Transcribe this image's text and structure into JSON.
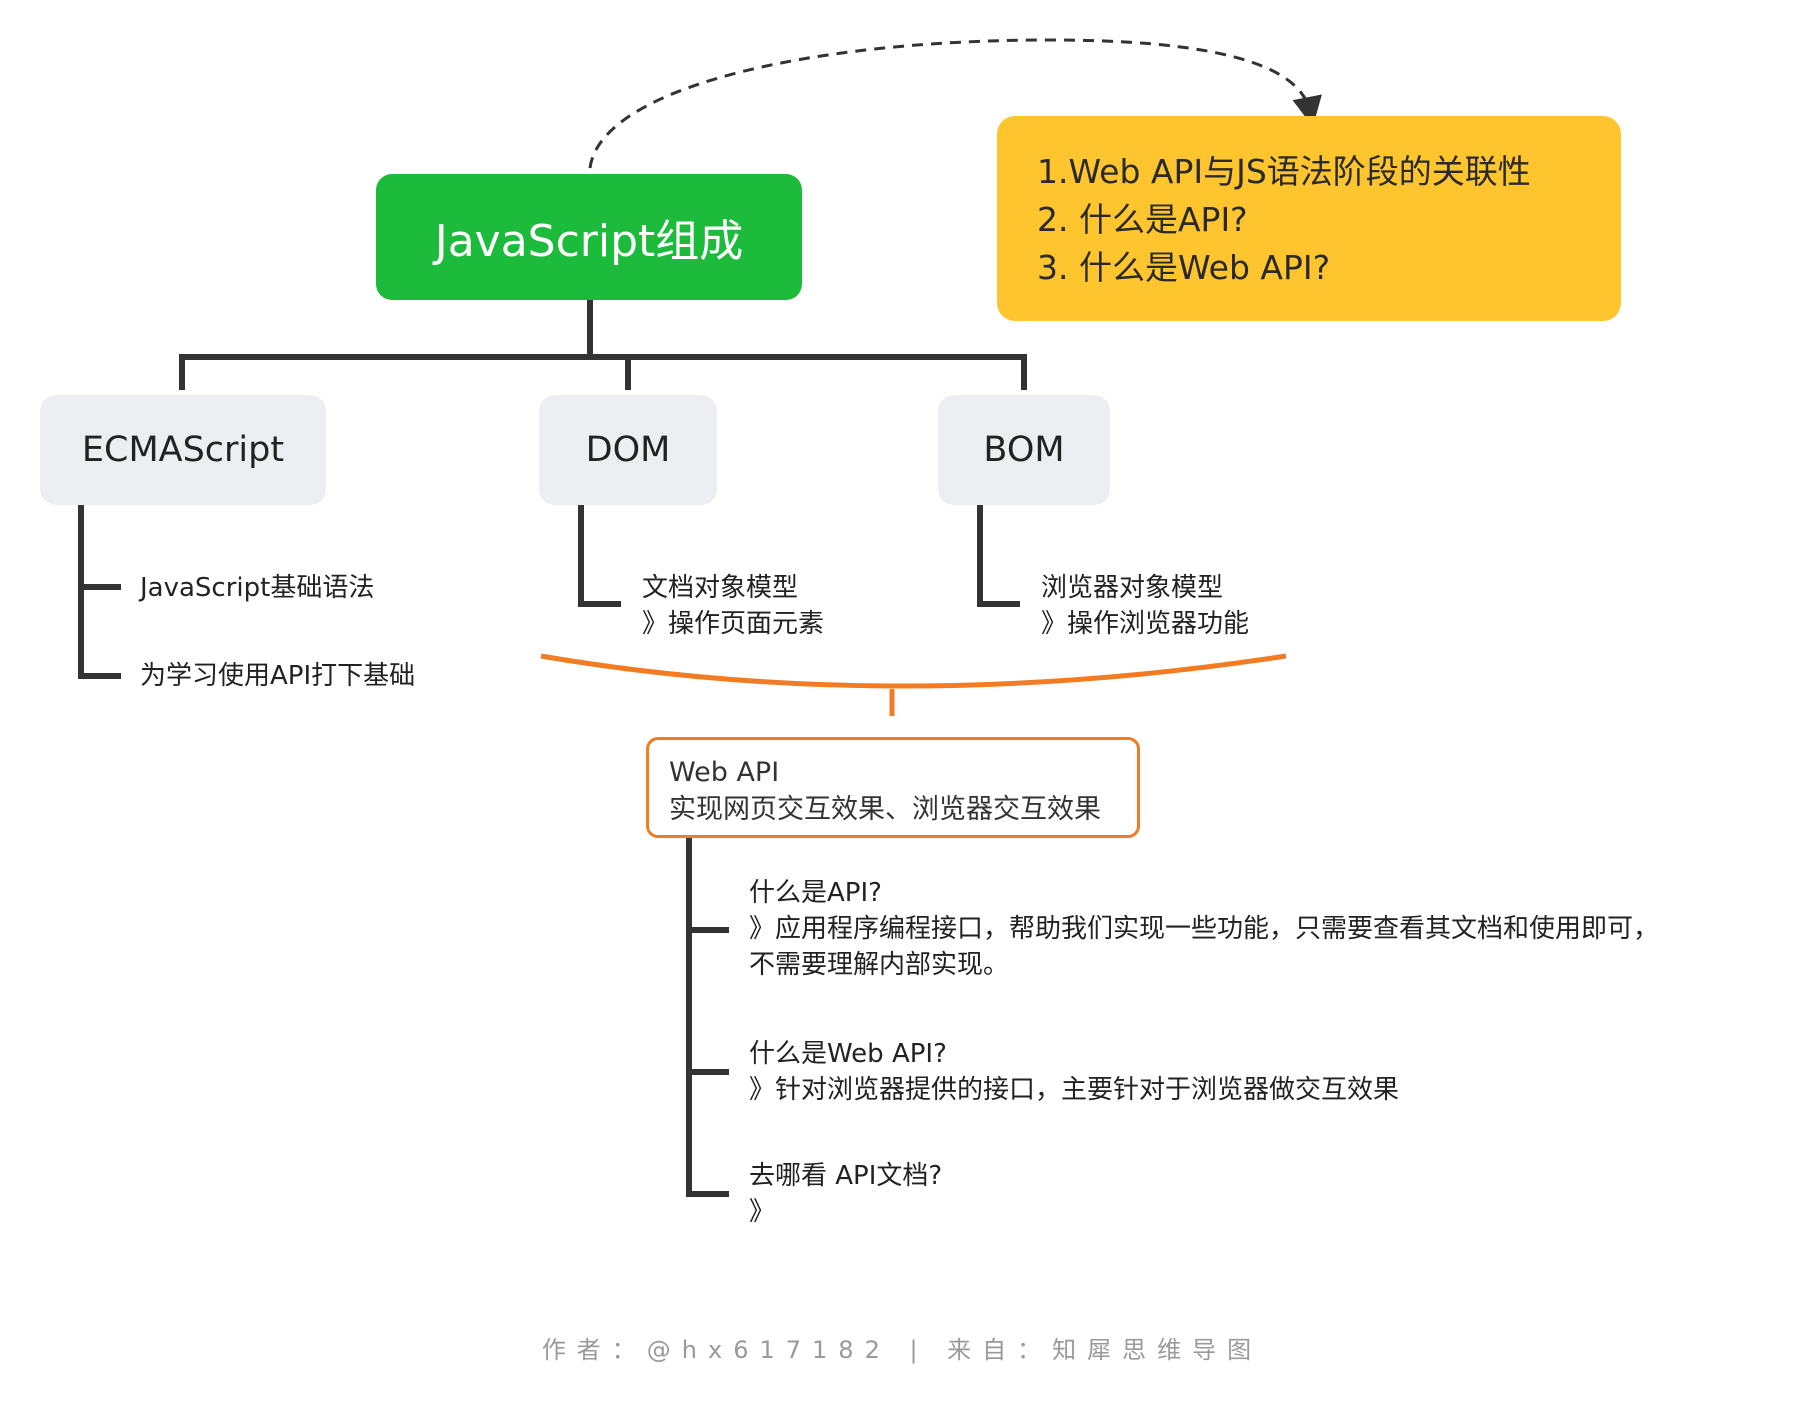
{
  "root": {
    "label": "JavaScript组成"
  },
  "note": {
    "lines": [
      "1.Web API与JS语法阶段的关联性",
      "2. 什么是API?",
      "3. 什么是Web API?"
    ]
  },
  "branches": {
    "ecma": {
      "label": "ECMAScript",
      "items": [
        "JavaScript基础语法",
        "为学习使用API打下基础"
      ]
    },
    "dom": {
      "label": "DOM",
      "lines": [
        "文档对象模型",
        "》操作页面元素"
      ]
    },
    "bom": {
      "label": "BOM",
      "lines": [
        "浏览器对象模型",
        "》操作浏览器功能"
      ]
    }
  },
  "webapi": {
    "title": "Web API",
    "subtitle": "实现网页交互效果、浏览器交互效果",
    "items": [
      {
        "lines": [
          "什么是API?",
          "》应用程序编程接口，帮助我们实现一些功能，只需要查看其文档和使用即可，",
          "不需要理解内部实现。"
        ]
      },
      {
        "lines": [
          "什么是Web API?",
          "》针对浏览器提供的接口，主要针对于浏览器做交互效果"
        ]
      },
      {
        "lines": [
          "去哪看 API文档?",
          "》"
        ]
      }
    ]
  },
  "footer": {
    "text": "作者：@hx617182 | 来自：知犀思维导图"
  },
  "colors": {
    "root_bg": "#1dbb3c",
    "note_bg": "#fec52e",
    "branch_bg": "#eceef1",
    "brace": "#f37b21",
    "connector": "#333333"
  }
}
